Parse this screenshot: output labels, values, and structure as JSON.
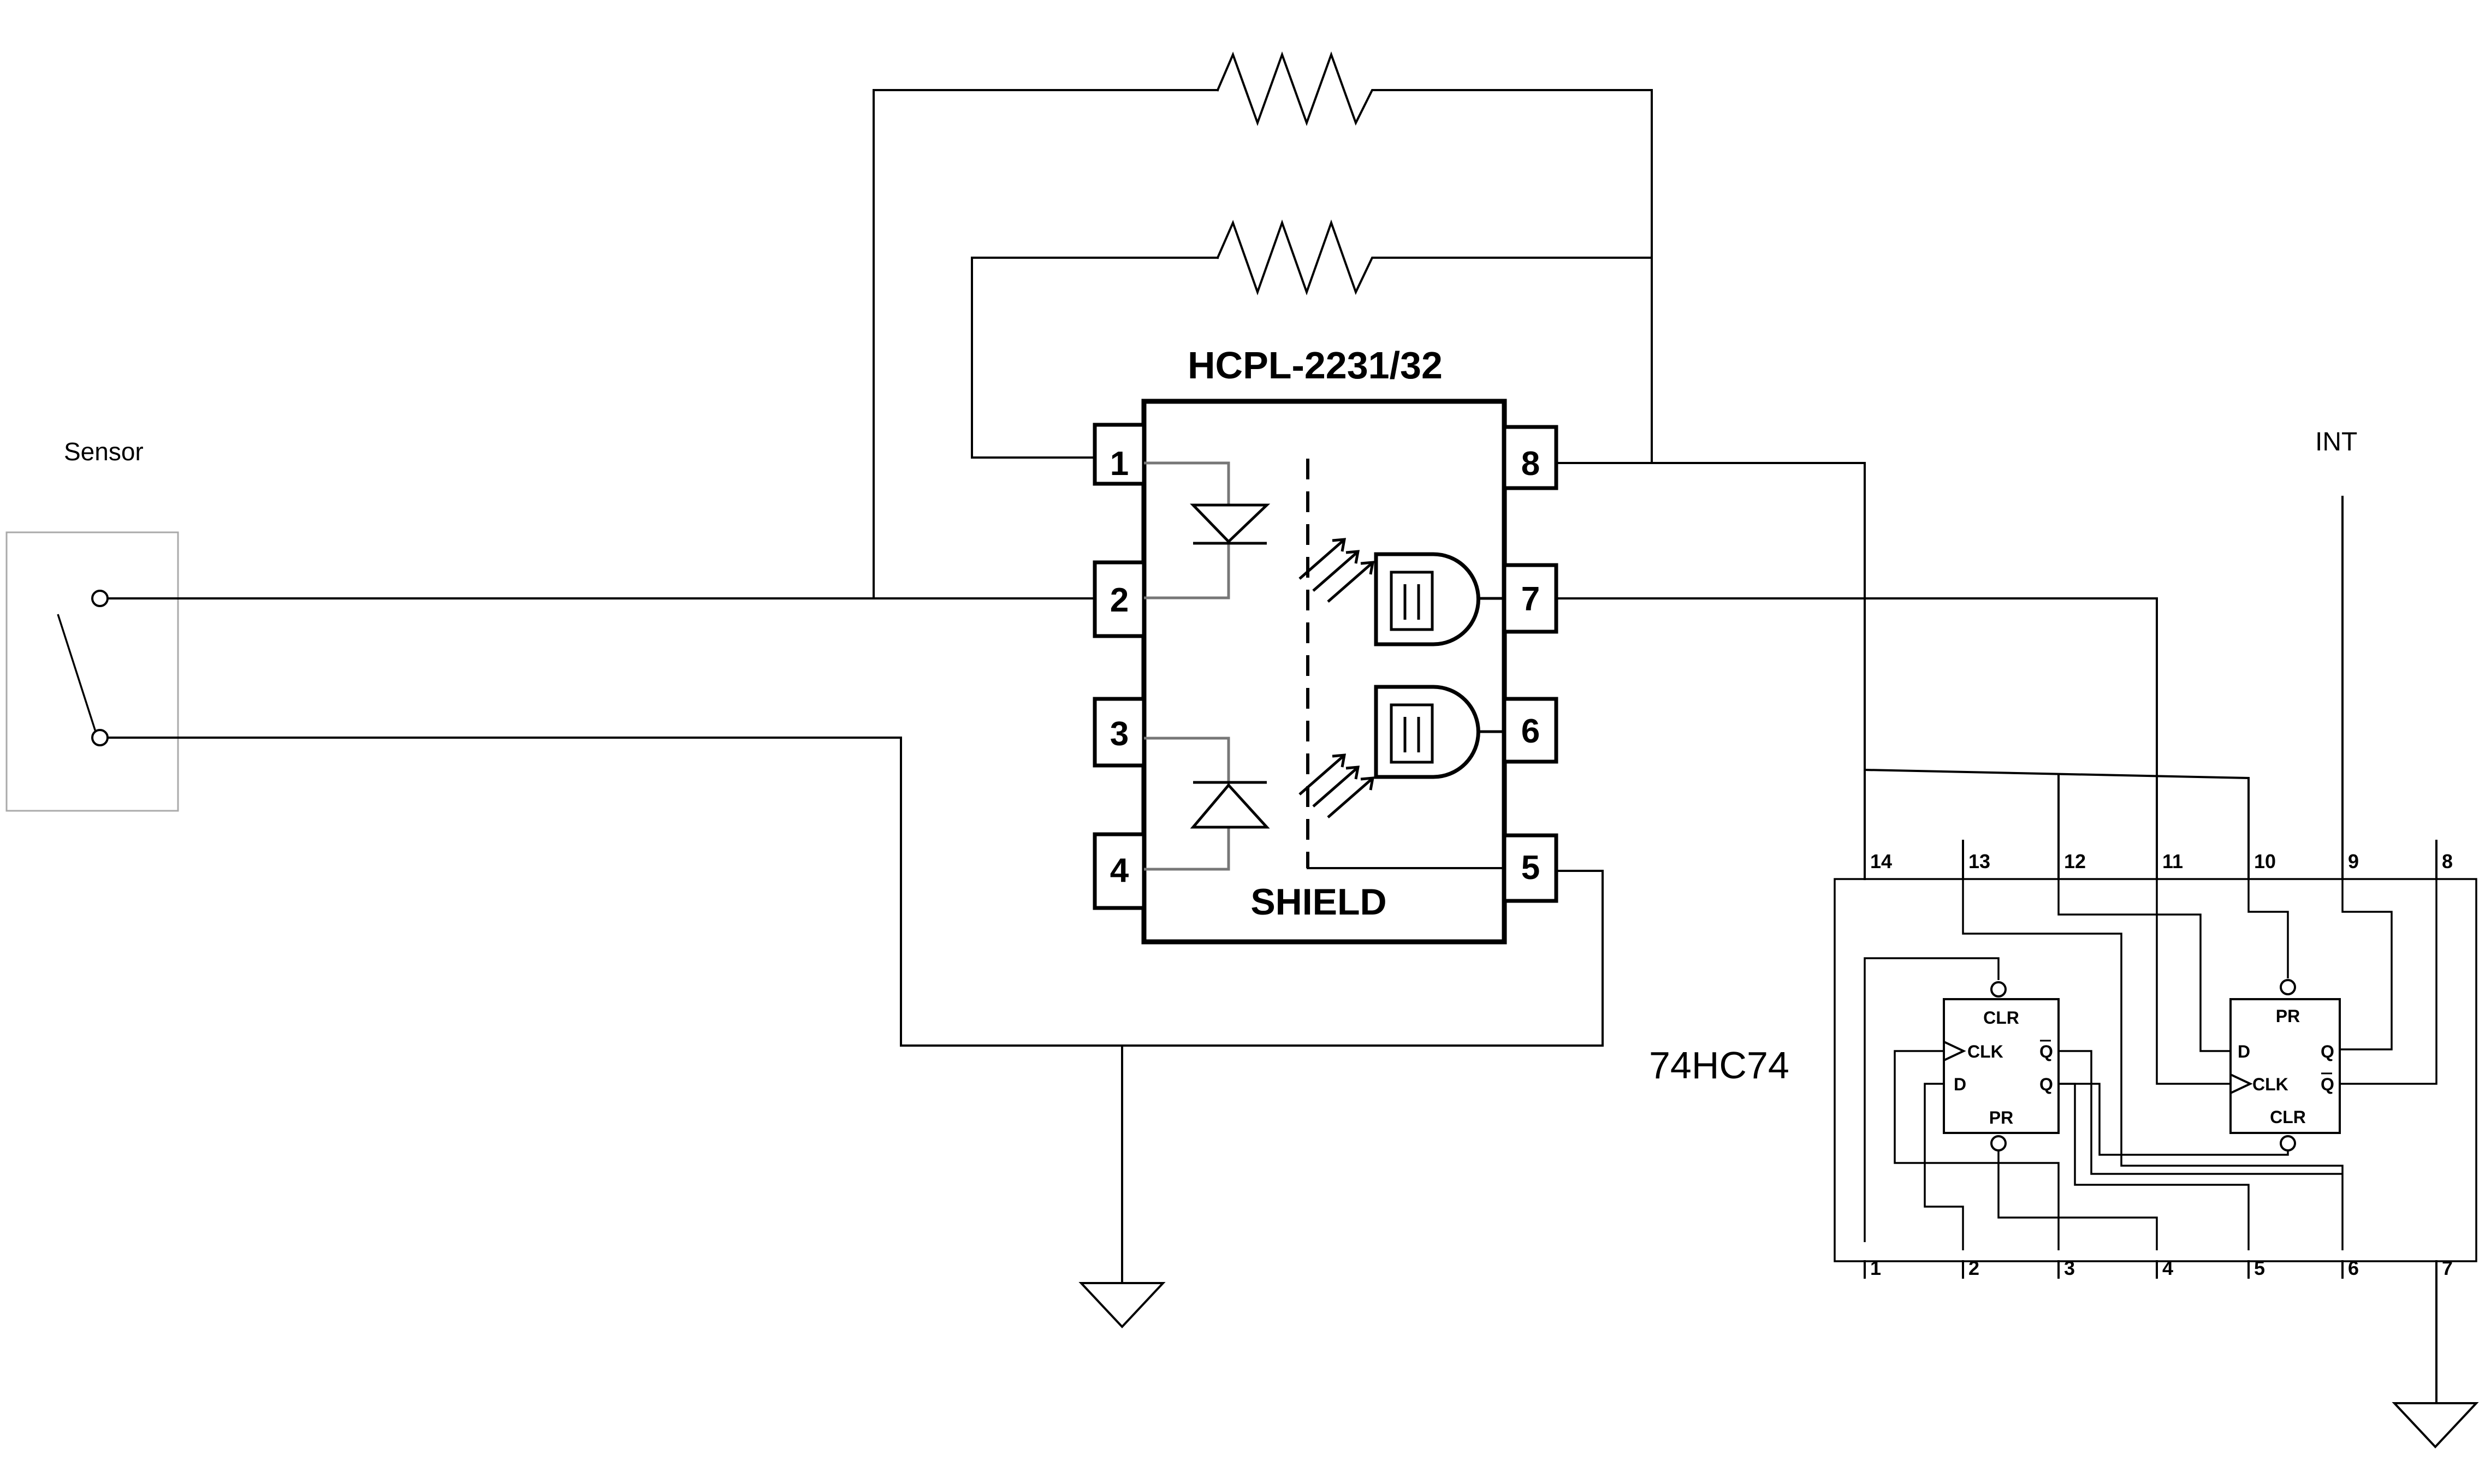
{
  "sensor": {
    "label": "Sensor"
  },
  "optocoupler": {
    "part": "HCPL-2231/32",
    "shield": "SHIELD",
    "pins": [
      "1",
      "2",
      "3",
      "4",
      "5",
      "6",
      "7",
      "8"
    ]
  },
  "flipflop_ic": {
    "part": "74HC74",
    "top_pins": [
      "14",
      "13",
      "12",
      "11",
      "10",
      "9",
      "8"
    ],
    "bottom_pins": [
      "1",
      "2",
      "3",
      "4",
      "5",
      "6",
      "7"
    ],
    "ff1": {
      "clr": "CLR",
      "clk": "CLK",
      "d": "D",
      "pr": "PR",
      "q": "Q",
      "qbar": "Q"
    },
    "ff2": {
      "pr": "PR",
      "d": "D",
      "clk": "CLK",
      "clr": "CLR",
      "q": "Q",
      "qbar": "Q"
    }
  },
  "int_label": "INT"
}
